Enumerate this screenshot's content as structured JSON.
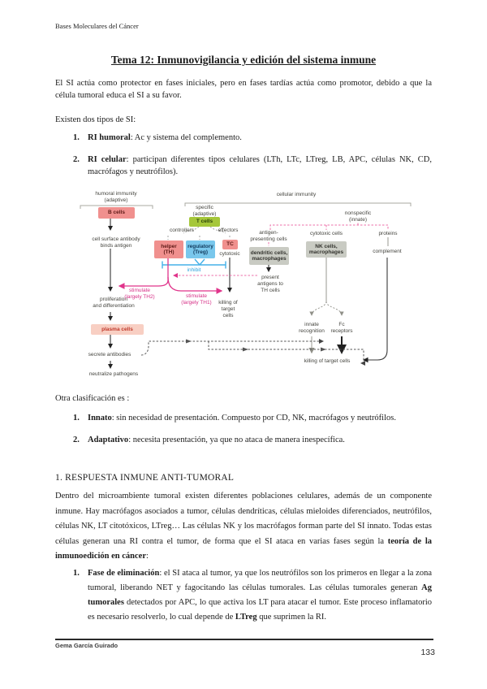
{
  "page": {
    "header": "Bases Moleculares del Cáncer",
    "title": "Tema 12: Inmunovigilancia y edición del sistema inmune",
    "footer_author": "Gema García Guirado",
    "footer_page": "133"
  },
  "intro": {
    "p1": "El SI actúa como protector en fases iniciales, pero en fases tardías actúa como promotor, debido a que la célula tumoral educa el SI a su favor.",
    "lead": "Existen dos tipos de SI:",
    "list": [
      {
        "num": "1.",
        "segments": [
          {
            "t": "RI humoral",
            "b": true
          },
          {
            "t": ": Ac y sistema del complemento.",
            "b": false
          }
        ]
      },
      {
        "num": "2.",
        "segments": [
          {
            "t": "RI celular",
            "b": true
          },
          {
            "t": ": participan diferentes tipos celulares (LTh, LTc, LTreg, LB, APC, células NK, CD, macrófagos y neutrófilos).",
            "b": false
          }
        ]
      }
    ]
  },
  "classification": {
    "lead": "Otra clasificación es :",
    "list": [
      {
        "num": "1.",
        "segments": [
          {
            "t": "Innato",
            "b": true
          },
          {
            "t": ": sin necesidad de presentación. Compuesto por CD, NK, macrófagos y neutrófilos.",
            "b": false
          }
        ]
      },
      {
        "num": "2.",
        "segments": [
          {
            "t": "Adaptativo",
            "b": true
          },
          {
            "t": ": necesita presentación, ya que no ataca de manera inespecífica.",
            "b": false
          }
        ]
      }
    ]
  },
  "section1": {
    "heading": "1. RESPUESTA INMUNE ANTI-TUMORAL",
    "paragraph_segments": [
      {
        "t": "Dentro del microambiente tumoral existen diferentes poblaciones celulares, además de un componente inmune. Hay macrófagos asociados a tumor, células dendríticas, células mieloides diferenciados, neutrófilos, células NK, LT citotóxicos, LTreg… Las células NK y los macrófagos forman parte del SI innato. Todas estas células generan una RI contra el tumor, de forma que el SI ataca en varias fases según la ",
        "b": false
      },
      {
        "t": "teoría de la inmunoedición en cáncer",
        "b": true
      },
      {
        "t": ":",
        "b": false
      }
    ],
    "list": [
      {
        "num": "1.",
        "segments": [
          {
            "t": "Fase de eliminación",
            "b": true
          },
          {
            "t": ": el SI ataca al tumor, ya que los neutrófilos son los primeros en llegar a la zona tumoral, liberando NET y fagocitando las células tumorales. Las células tumorales generan ",
            "b": false
          },
          {
            "t": "Ag tumorales",
            "b": true
          },
          {
            "t": " detectados por APC, lo que activa los LT para atacar el tumor. Este proceso inflamatorio es necesario resolverlo, lo cual depende de ",
            "b": false
          },
          {
            "t": "LTreg",
            "b": true
          },
          {
            "t": " que suprimen la RI.",
            "b": false
          }
        ]
      }
    ]
  },
  "diagram": {
    "humoral_title": "humoral immunity\n(adaptive)",
    "cellular_title": "cellular immunity",
    "b_cells": "B cells",
    "cell_surface": "cell surface antibody\nbinds antigen",
    "proliferation": "proliferation\nand differentiation",
    "plasma_cells": "plasma cells",
    "secrete_antibodies": "secrete antibodies",
    "neutralize_pathogens": "neutralize pathogens",
    "specific": "specific\n(adaptive)",
    "t_cells": "T cells",
    "controllers": "controllers",
    "effectors": "effectors",
    "helper": "helper\n(TH)",
    "regulatory": "regulatory\n(Treg)",
    "tc": "TC",
    "cytotoxic": "cytotoxic",
    "inhibit": "inhibit",
    "stimulate_th2": "stimulate\n(largely TH2)",
    "stimulate_th1": "stimulate\n(largely TH1)",
    "killing_left": "killing of\ntarget\ncells",
    "nonspecific": "nonspecific\n(innate)",
    "apc": "antigen-\npresenting cells",
    "dendritic": "dendritic cells,\nmacrophages",
    "present_antigens": "present\nantigens to\nTH cells",
    "cytotoxic_cells": "cytotoxic cells",
    "nk_cells": "NK cells,\nmacrophages",
    "innate_recognition": "innate\nrecognition",
    "fc_receptors": "Fc\nreceptors",
    "killing_right": "killing of target cells",
    "proteins": "proteins",
    "complement": "complement",
    "colors": {
      "pink_box": "#f0908e",
      "plasma_box": "#f8cfc3",
      "green_box": "#a5c73a",
      "blue_box": "#79c7ec",
      "gray_box": "#c9cbc3",
      "pink_line": "#e0348b",
      "blue_line": "#45b1e8"
    }
  }
}
